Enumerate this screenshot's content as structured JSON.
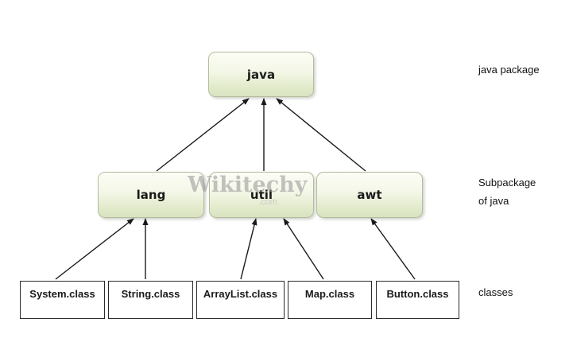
{
  "nodes": {
    "root": {
      "label": "java"
    },
    "subpackages": [
      {
        "label": "lang"
      },
      {
        "label": "util"
      },
      {
        "label": "awt"
      }
    ],
    "classes": [
      {
        "label": "System.class"
      },
      {
        "label": "String.class"
      },
      {
        "label": "ArrayList.class"
      },
      {
        "label": "Map.class"
      },
      {
        "label": "Button.class"
      }
    ]
  },
  "annotations": {
    "root_label": "java package",
    "subpackage_label_line1": "Subpackage",
    "subpackage_label_line2": "of java",
    "classes_label": "classes"
  },
  "edges": [
    {
      "from": "lang",
      "to": "java"
    },
    {
      "from": "util",
      "to": "java"
    },
    {
      "from": "awt",
      "to": "java"
    },
    {
      "from": "System.class",
      "to": "lang"
    },
    {
      "from": "String.class",
      "to": "lang"
    },
    {
      "from": "ArrayList.class",
      "to": "util"
    },
    {
      "from": "Map.class",
      "to": "util"
    },
    {
      "from": "Button.class",
      "to": "awt"
    }
  ],
  "watermark": {
    "text": "Wikitechy",
    "suffix": ".com"
  },
  "colors": {
    "background": "#ffffff",
    "package_box_gradient_top": "#fcfdf6",
    "package_box_gradient_bottom": "#d9e3c2",
    "package_box_border": "#b3bd9e",
    "class_box_border": "#2b2b2b",
    "arrow": "#1a1a1a",
    "text": "#1a1a1a",
    "watermark": "#9f9f9f"
  }
}
